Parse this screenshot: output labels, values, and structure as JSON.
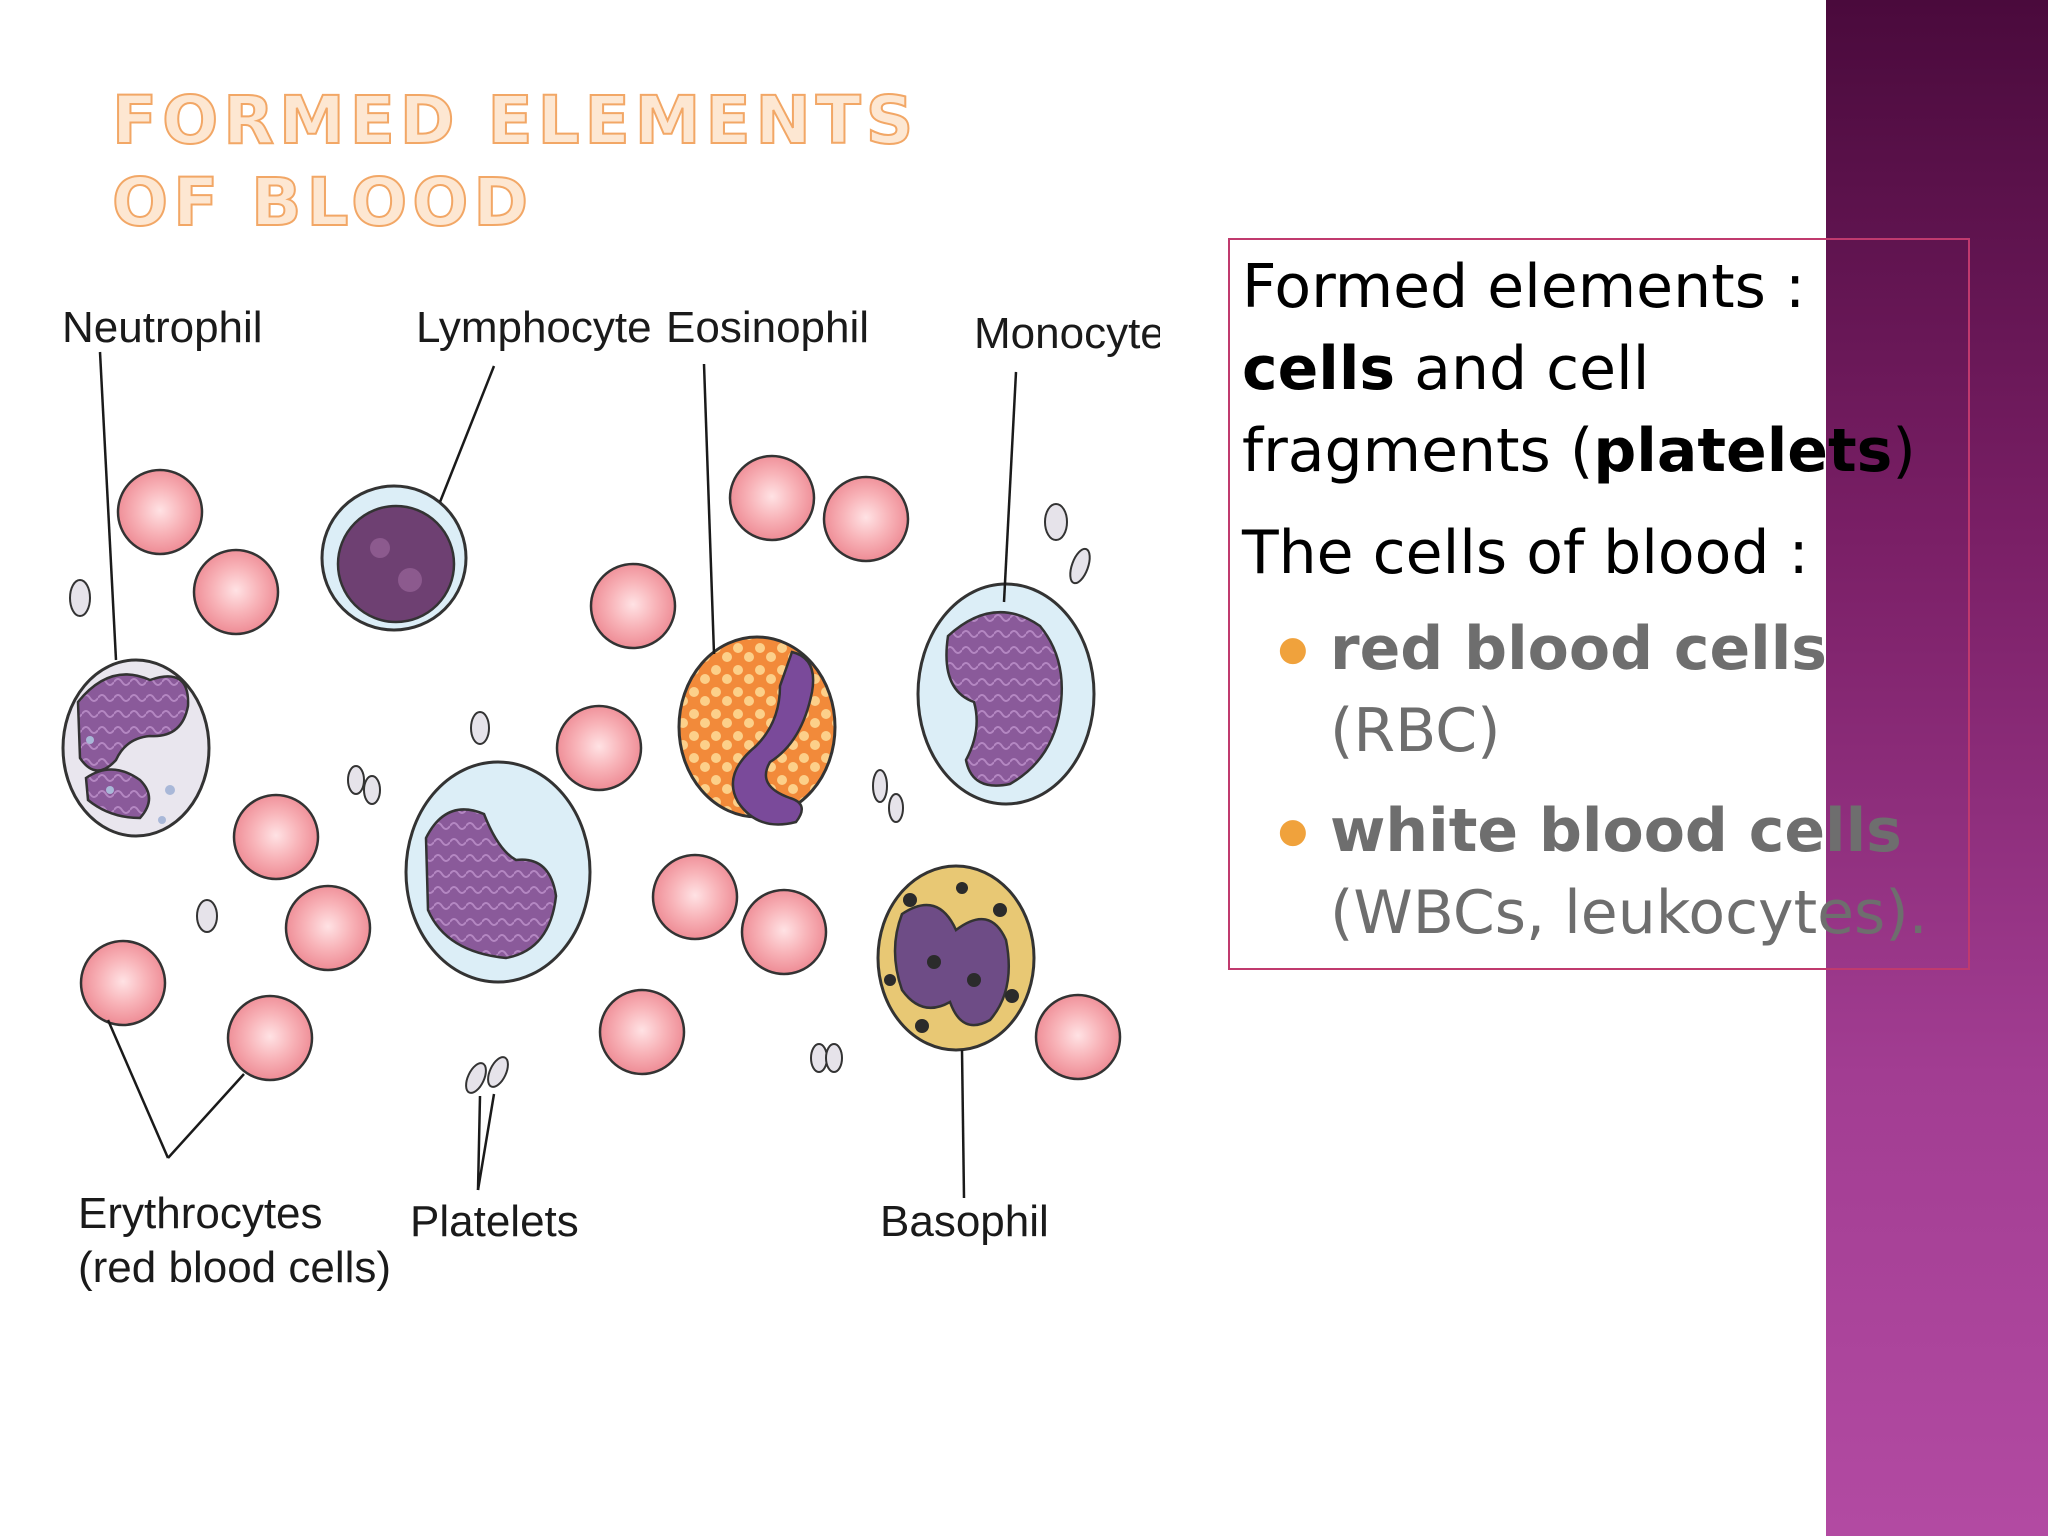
{
  "slide": {
    "title": "Formed elements of blood",
    "colors": {
      "accent_band": "#7a1f66",
      "title_outline": "#f2a766",
      "box_border": "#c03a6e",
      "bullet": "#f0a23c"
    }
  },
  "diagram": {
    "labels": {
      "neutrophil": "Neutrophil",
      "lymphocyte": "Lymphocyte",
      "eosinophil": "Eosinophil",
      "monocyte": "Monocyte",
      "erythrocytes_line1": "Erythrocytes",
      "erythrocytes_line2": "(red blood cells)",
      "platelets": "Platelets",
      "basophil": "Basophil"
    }
  },
  "text": {
    "p1_line1": "Formed elements :",
    "p1_bold1": "cells",
    "p1_rest1": " and cell",
    "p1_line3a": "fragments (",
    "p1_bold2": "platelets",
    "p1_line3b": ")",
    "p2": "The cells of blood :",
    "bullets": [
      {
        "bold": "red blood cells",
        "rest": "(RBC)"
      },
      {
        "bold": "white blood cells",
        "rest": "(WBCs, leukocytes)."
      }
    ]
  }
}
